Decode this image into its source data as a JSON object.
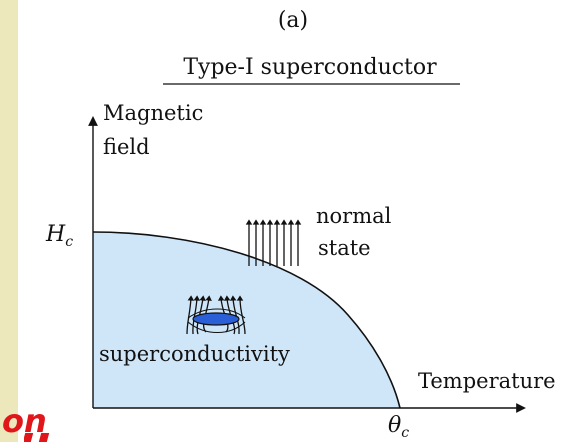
{
  "panel_label": "(a)",
  "title": "Type-I superconductor",
  "y_axis_label_line1": "Magnetic",
  "y_axis_label_line2": "field",
  "x_axis_label": "Temperature",
  "hc_label": "H",
  "hc_sub": "c",
  "theta_label": "θ",
  "theta_sub": "c",
  "normal_line1": "normal",
  "normal_line2": "state",
  "sc_label": "superconductivity",
  "overlay_fragment": "on",
  "colors": {
    "background": "#ece8bb",
    "sc_region_fill": "#cfe6f8",
    "sc_disk": "#2a5fd8",
    "overlay_text": "#e0161b",
    "ink": "#111111"
  }
}
